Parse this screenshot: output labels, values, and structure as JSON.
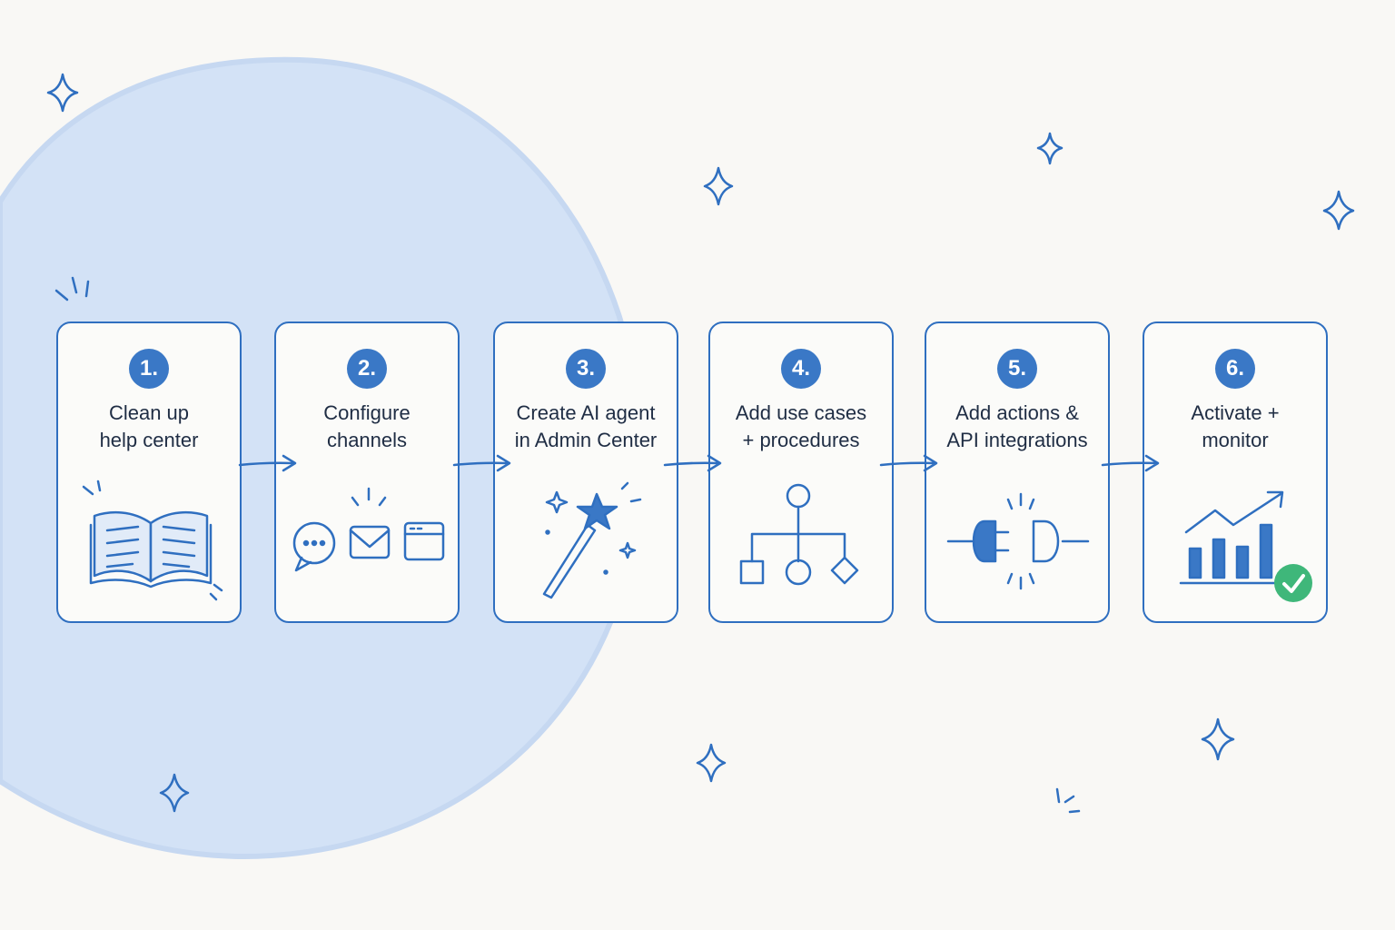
{
  "colors": {
    "stroke": "#2f6fc0",
    "badge": "#3a78c6",
    "blob": "#d3e2f6",
    "text": "#1f2d44",
    "check": "#3fb77a",
    "background": "#f9f8f5"
  },
  "steps": [
    {
      "number": "1.",
      "line1": "Clean up",
      "line2": "help center",
      "icon": "open-book-icon"
    },
    {
      "number": "2.",
      "line1": "Configure",
      "line2": "channels",
      "icon": "chat-mail-window-icon"
    },
    {
      "number": "3.",
      "line1": "Create AI agent",
      "line2": "in Admin Center",
      "icon": "magic-wand-icon"
    },
    {
      "number": "4.",
      "line1": "Add use cases",
      "line2": "+ procedures",
      "icon": "flowchart-icon"
    },
    {
      "number": "5.",
      "line1": "Add actions &",
      "line2": "API integrations",
      "icon": "plug-connector-icon"
    },
    {
      "number": "6.",
      "line1": "Activate +",
      "line2": "monitor",
      "icon": "growth-chart-check-icon"
    }
  ]
}
